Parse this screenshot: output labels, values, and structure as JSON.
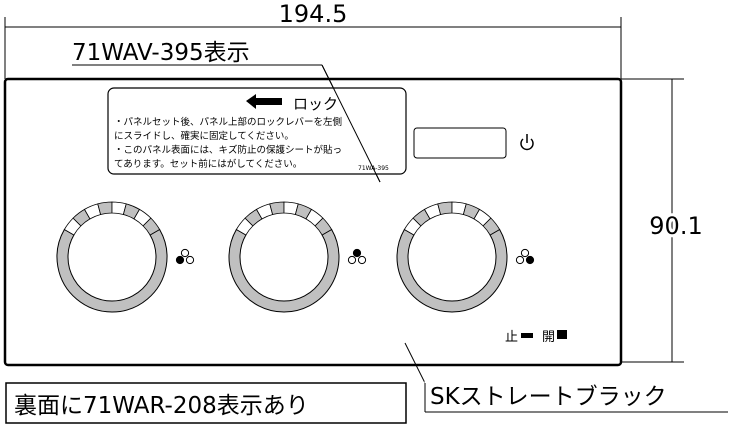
{
  "dimensions": {
    "width": "194.5",
    "height": "90.1"
  },
  "labels": {
    "front_marking": "71WAV-395表示",
    "back_marking": "裏面に71WAR-208表示あり",
    "color_name": "SKストレートブラック"
  },
  "sticker": {
    "title": "ロック",
    "line1": "・パネルセット後、パネル上部のロックレバーを左側",
    "line2": "にスライドし、確実に固定してください。",
    "line3": "・このパネル表面には、キズ防止の保護シートが貼っ",
    "line4": "てあります。セット前にはがしてください。",
    "code": "71WA-395"
  },
  "panel": {
    "knobs": [
      {
        "indicator": "bottom-left"
      },
      {
        "indicator": "top"
      },
      {
        "indicator": "bottom-right"
      }
    ],
    "stop_label": "止",
    "open_label": "開",
    "power_icon": "power-icon"
  }
}
